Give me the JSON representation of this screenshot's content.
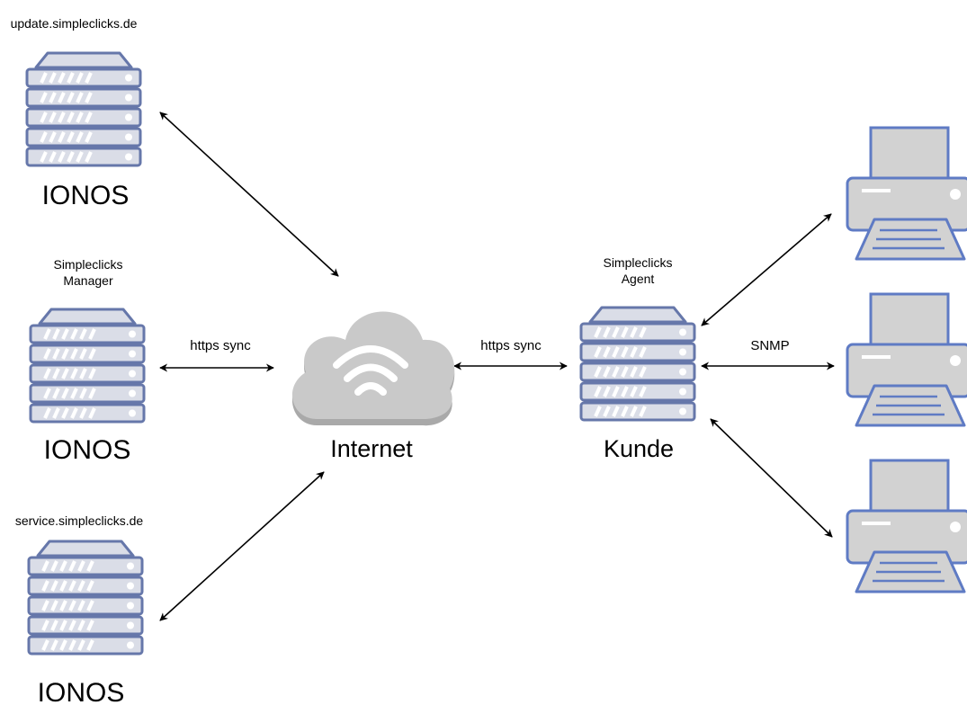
{
  "nodes": {
    "update_server": {
      "host": "update.simpleclicks.de",
      "provider": "IONOS"
    },
    "manager_server": {
      "title_line1": "Simpleclicks",
      "title_line2": "Manager",
      "provider": "IONOS"
    },
    "service_server": {
      "host": "service.simpleclicks.de",
      "provider": "IONOS"
    },
    "internet": {
      "label": "Internet"
    },
    "agent_server": {
      "title_line1": "Simpleclicks",
      "title_line2": "Agent",
      "location": "Kunde"
    },
    "printers": [
      {
        "id": "printer-1"
      },
      {
        "id": "printer-2"
      },
      {
        "id": "printer-3"
      }
    ]
  },
  "edges": {
    "manager_internet": "https sync",
    "internet_agent": "https sync",
    "agent_printers": "SNMP"
  },
  "colors": {
    "server_fill": "#dadde7",
    "server_stroke": "#6677aa",
    "server_stripe": "#ffffff",
    "cloud_fill": "#c9c9c9",
    "cloud_shadow": "#a9a9a9",
    "printer_fill": "#d2d2d2",
    "printer_stroke": "#5f7bc4",
    "arrow": "#000000"
  },
  "icons": [
    "server-icon",
    "cloud-wifi-icon",
    "printer-icon"
  ]
}
